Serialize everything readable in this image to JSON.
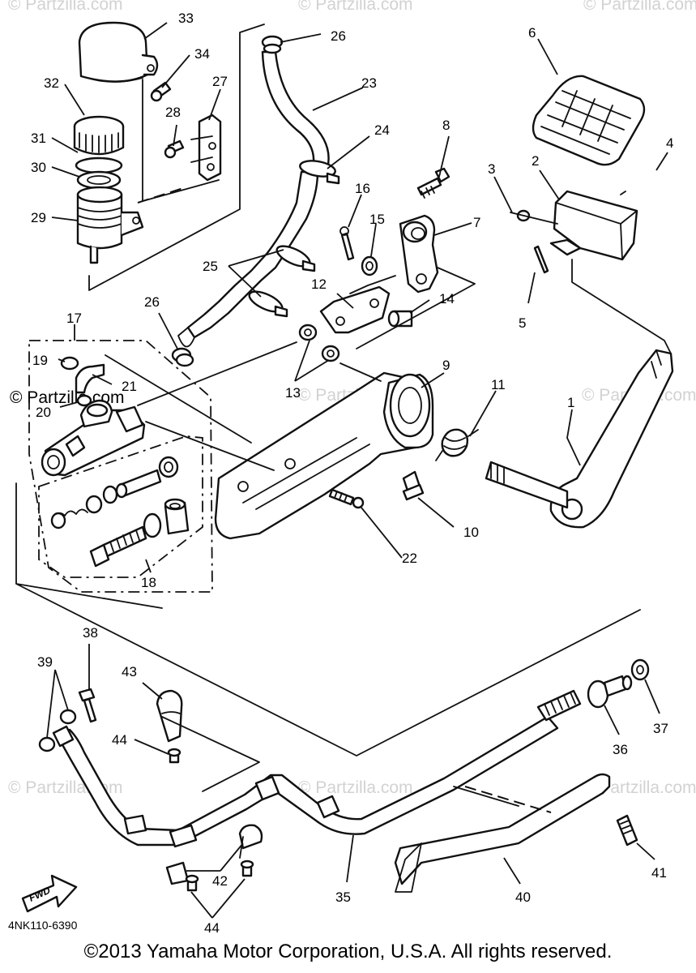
{
  "watermarks": [
    "© Partzilla.com",
    "© Partzilla.com",
    "© Partzilla.com",
    "© Partzilla.com",
    "© Partzilla.com",
    "© Partzilla.com",
    "© Partzilla.com",
    "© Partzilla.com",
    "© Partzilla.com"
  ],
  "callouts": [
    "1",
    "2",
    "3",
    "4",
    "5",
    "6",
    "7",
    "8",
    "9",
    "10",
    "11",
    "12",
    "13",
    "14",
    "15",
    "16",
    "17",
    "18",
    "19",
    "20",
    "21",
    "22",
    "23",
    "24",
    "25",
    "26",
    "26",
    "27",
    "28",
    "29",
    "30",
    "31",
    "32",
    "33",
    "34",
    "35",
    "36",
    "37",
    "38",
    "39",
    "40",
    "41",
    "42",
    "43",
    "44",
    "44"
  ],
  "diagram_code": "4NK110-6390",
  "fwd_label": "FWD",
  "copyright": "©2013  Yamaha Motor Corporation, U.S.A. All rights reserved."
}
